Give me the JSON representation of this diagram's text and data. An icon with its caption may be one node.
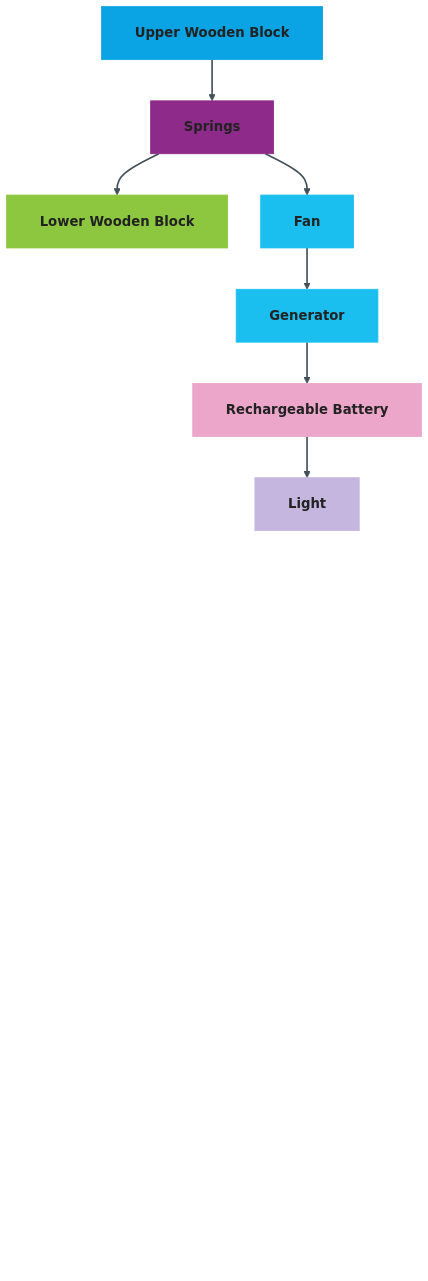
{
  "diagram": {
    "nodes": [
      {
        "text": [
          "Upper Wooden Block"
        ]
      },
      {
        "text": [
          "Springs"
        ]
      },
      {
        "text": [
          "Lower Wooden Block"
        ]
      },
      {
        "text": [
          "Fan"
        ]
      },
      {
        "text": [
          "Generator"
        ]
      },
      {
        "text": [
          "Rechargeable Battery"
        ]
      },
      {
        "text": [
          "Light"
        ]
      }
    ],
    "edges": [
      {
        "from": 0,
        "to": 1,
        "arrow": "to"
      },
      {
        "from": 1,
        "to": 2,
        "arrow": "to"
      },
      {
        "from": 1,
        "to": 3,
        "arrow": "to"
      },
      {
        "from": 3,
        "to": 4,
        "arrow": "to"
      },
      {
        "from": 4,
        "to": 5,
        "arrow": "to"
      },
      {
        "from": 5,
        "to": 6,
        "arrow": "to"
      }
    ]
  }
}
